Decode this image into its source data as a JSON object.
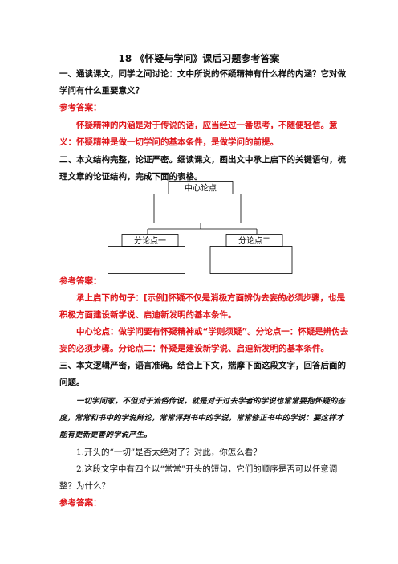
{
  "doc": {
    "title": "18 《怀疑与学问》课后习题参考答案"
  },
  "q1": {
    "question": "一、通读课文，同学之间讨论：文中所说的怀疑精神有什么样的内涵？它对做学问有什么重要意义？",
    "answer_label": "参考答案：",
    "answer": "怀疑精神的内涵是对于传说的话，应当经过一番思考，不随便轻信。意义：怀疑精神是做一切学问的基本条件，是做学问的前提。"
  },
  "q2": {
    "question": "二、本文结构完整，论证严密。细读课文，画出文中承上启下的关键语句，梳理文章的论证结构，完成下面的表格。",
    "diagram": {
      "center": "中心论点",
      "sub1": "分论点一",
      "sub2": "分论点二"
    },
    "answer_label": "参考答案：",
    "answer_transition": "承上启下的句子：[示例]怀疑不仅是消极方面辨伪去妄的必须步骤，也是积极方面建设新学说、启迪新发明的基本条件。",
    "answer_points": "中心论点：做学问要有怀疑精神或“学则须疑”。分论点一：怀疑是辨伪去妄的必须步骤。分论点二：怀疑是建设新学说、启迪新发明的基本条件。"
  },
  "q3": {
    "question": "三、本文逻辑严密，语言准确。结合上下文，揣摩下面这段文字，回答后面的问题。",
    "quote": "一切学问家，不但对于流俗传说，就是对于过去学者的学说也常常要抱怀疑的态度，常常和书中的学说辩论，常常评判书中的学说，常常修正书中的学说：要这样才能有更新更善的学说产生。",
    "sub1": "1.开头的“一切”是否太绝对了？对此，你怎么看？",
    "sub2": "2.这段文字中有四个以“常常”开头的短句，它们的顺序是否可以任意调整？为什么？",
    "answer_label": "参考答案："
  }
}
